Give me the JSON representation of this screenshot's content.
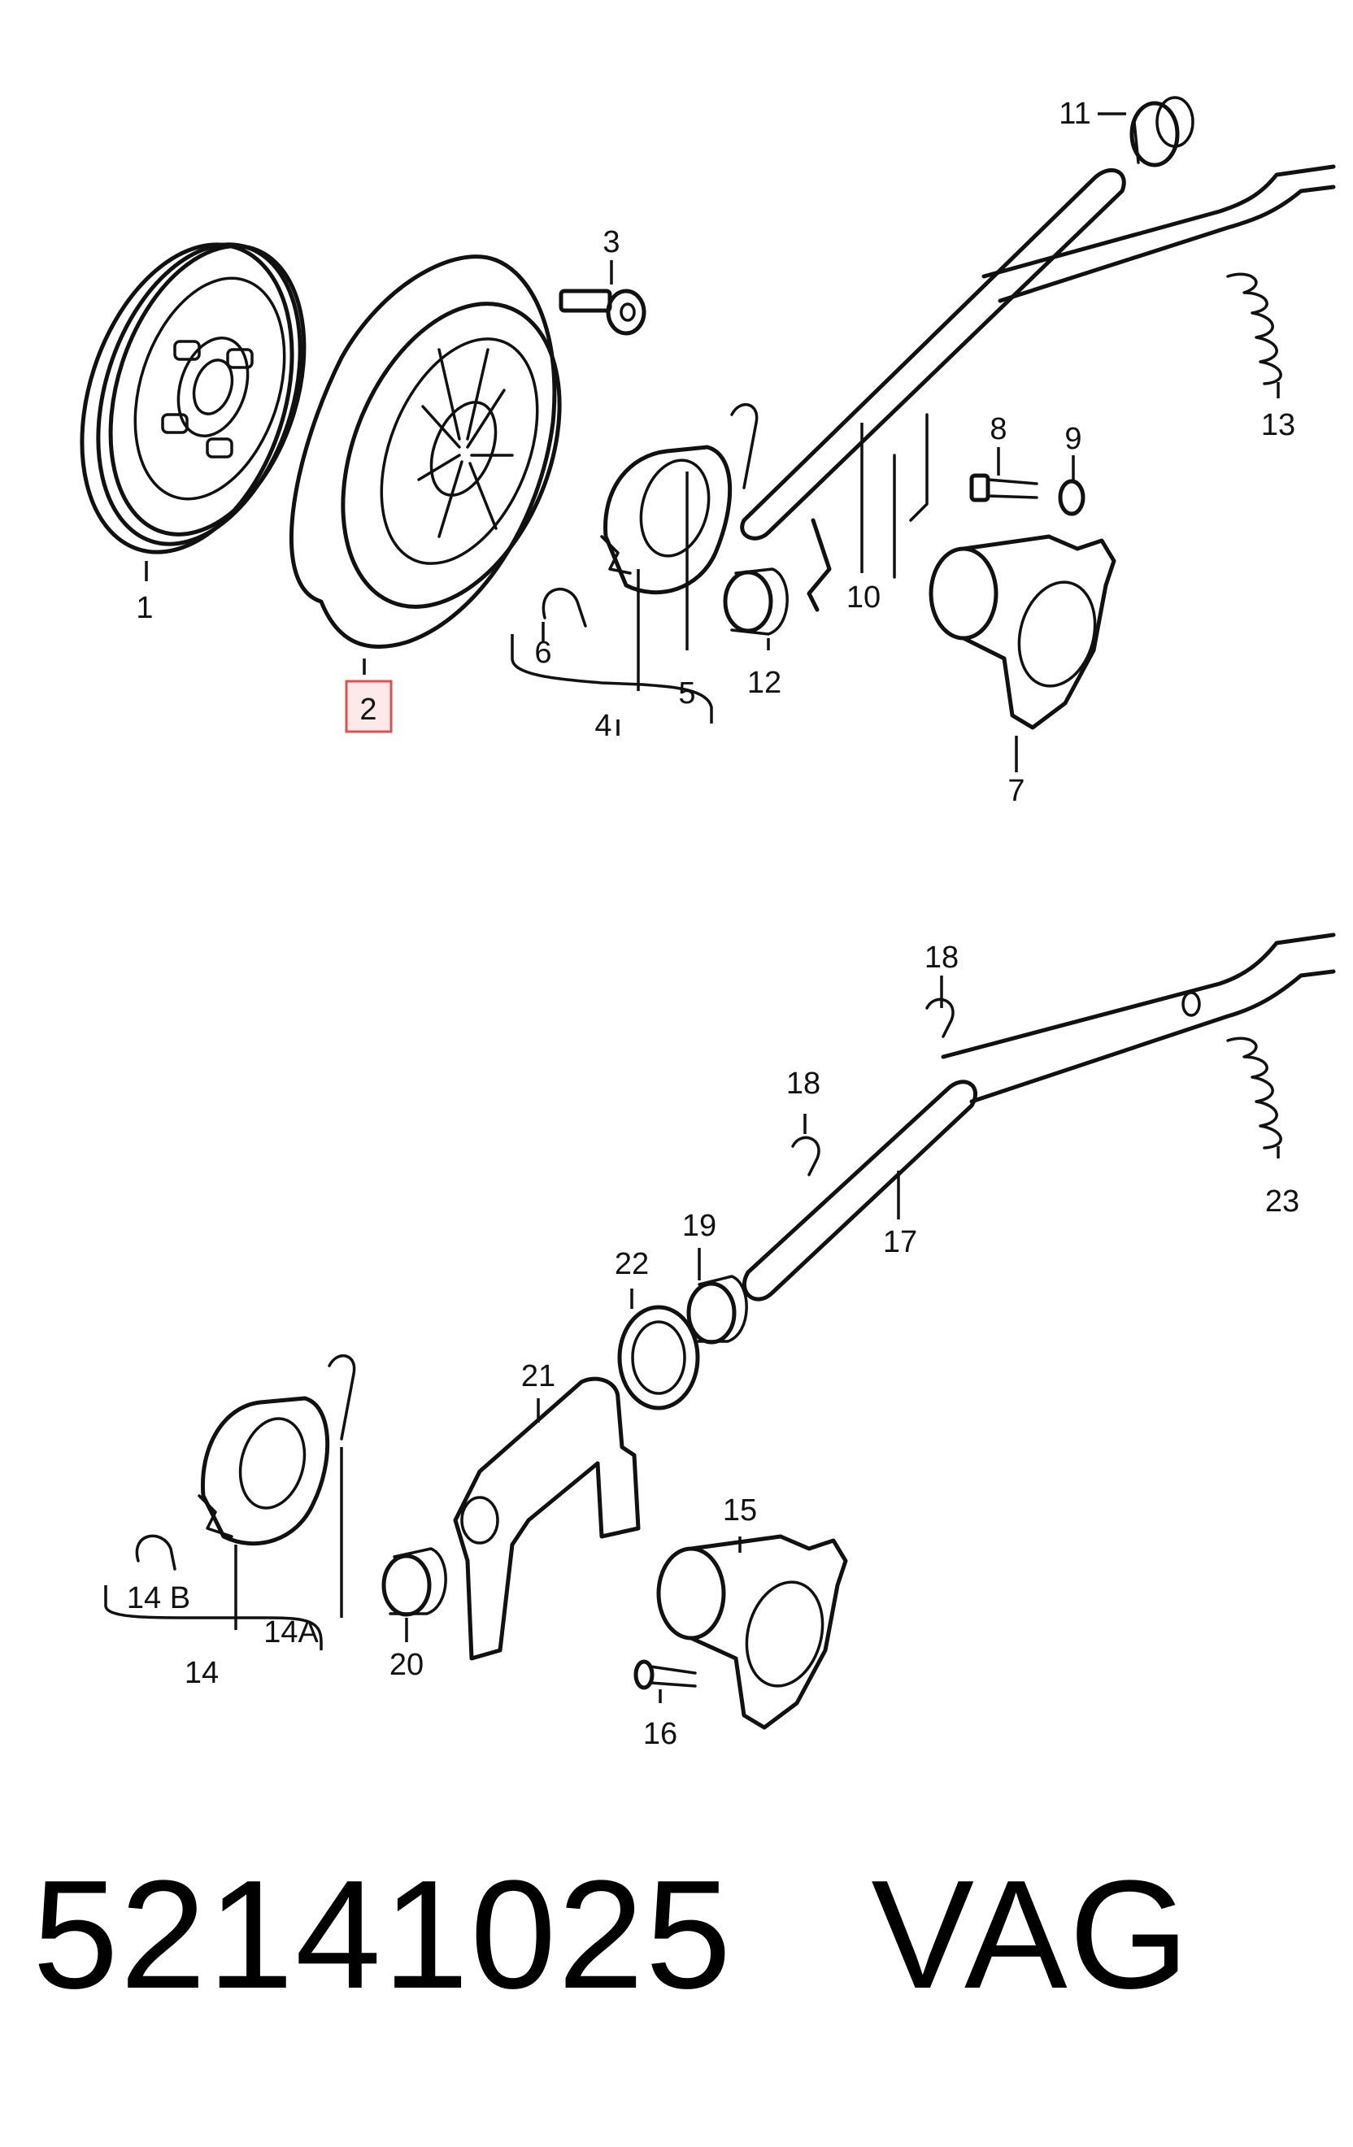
{
  "diagram": {
    "callouts": [
      {
        "id": "c1",
        "label": "1"
      },
      {
        "id": "c2",
        "label": "2",
        "highlighted": true
      },
      {
        "id": "c3",
        "label": "3"
      },
      {
        "id": "c4",
        "label": "4"
      },
      {
        "id": "c5",
        "label": "5"
      },
      {
        "id": "c6",
        "label": "6"
      },
      {
        "id": "c7",
        "label": "7"
      },
      {
        "id": "c8",
        "label": "8"
      },
      {
        "id": "c9",
        "label": "9"
      },
      {
        "id": "c10",
        "label": "10"
      },
      {
        "id": "c11",
        "label": "11"
      },
      {
        "id": "c12",
        "label": "12"
      },
      {
        "id": "c13",
        "label": "13"
      },
      {
        "id": "c18a",
        "label": "18"
      },
      {
        "id": "c18b",
        "label": "18"
      },
      {
        "id": "c19",
        "label": "19"
      },
      {
        "id": "c22",
        "label": "22"
      },
      {
        "id": "c17",
        "label": "17"
      },
      {
        "id": "c23",
        "label": "23"
      },
      {
        "id": "c21",
        "label": "21"
      },
      {
        "id": "c15",
        "label": "15"
      },
      {
        "id": "c14B",
        "label": "14 B"
      },
      {
        "id": "c14A",
        "label": "14A"
      },
      {
        "id": "c14",
        "label": "14"
      },
      {
        "id": "c20",
        "label": "20"
      },
      {
        "id": "c16",
        "label": "16"
      }
    ],
    "highlight_color": "#d9534f"
  },
  "footer": {
    "part_number": "52141025",
    "brand": "VAG"
  }
}
